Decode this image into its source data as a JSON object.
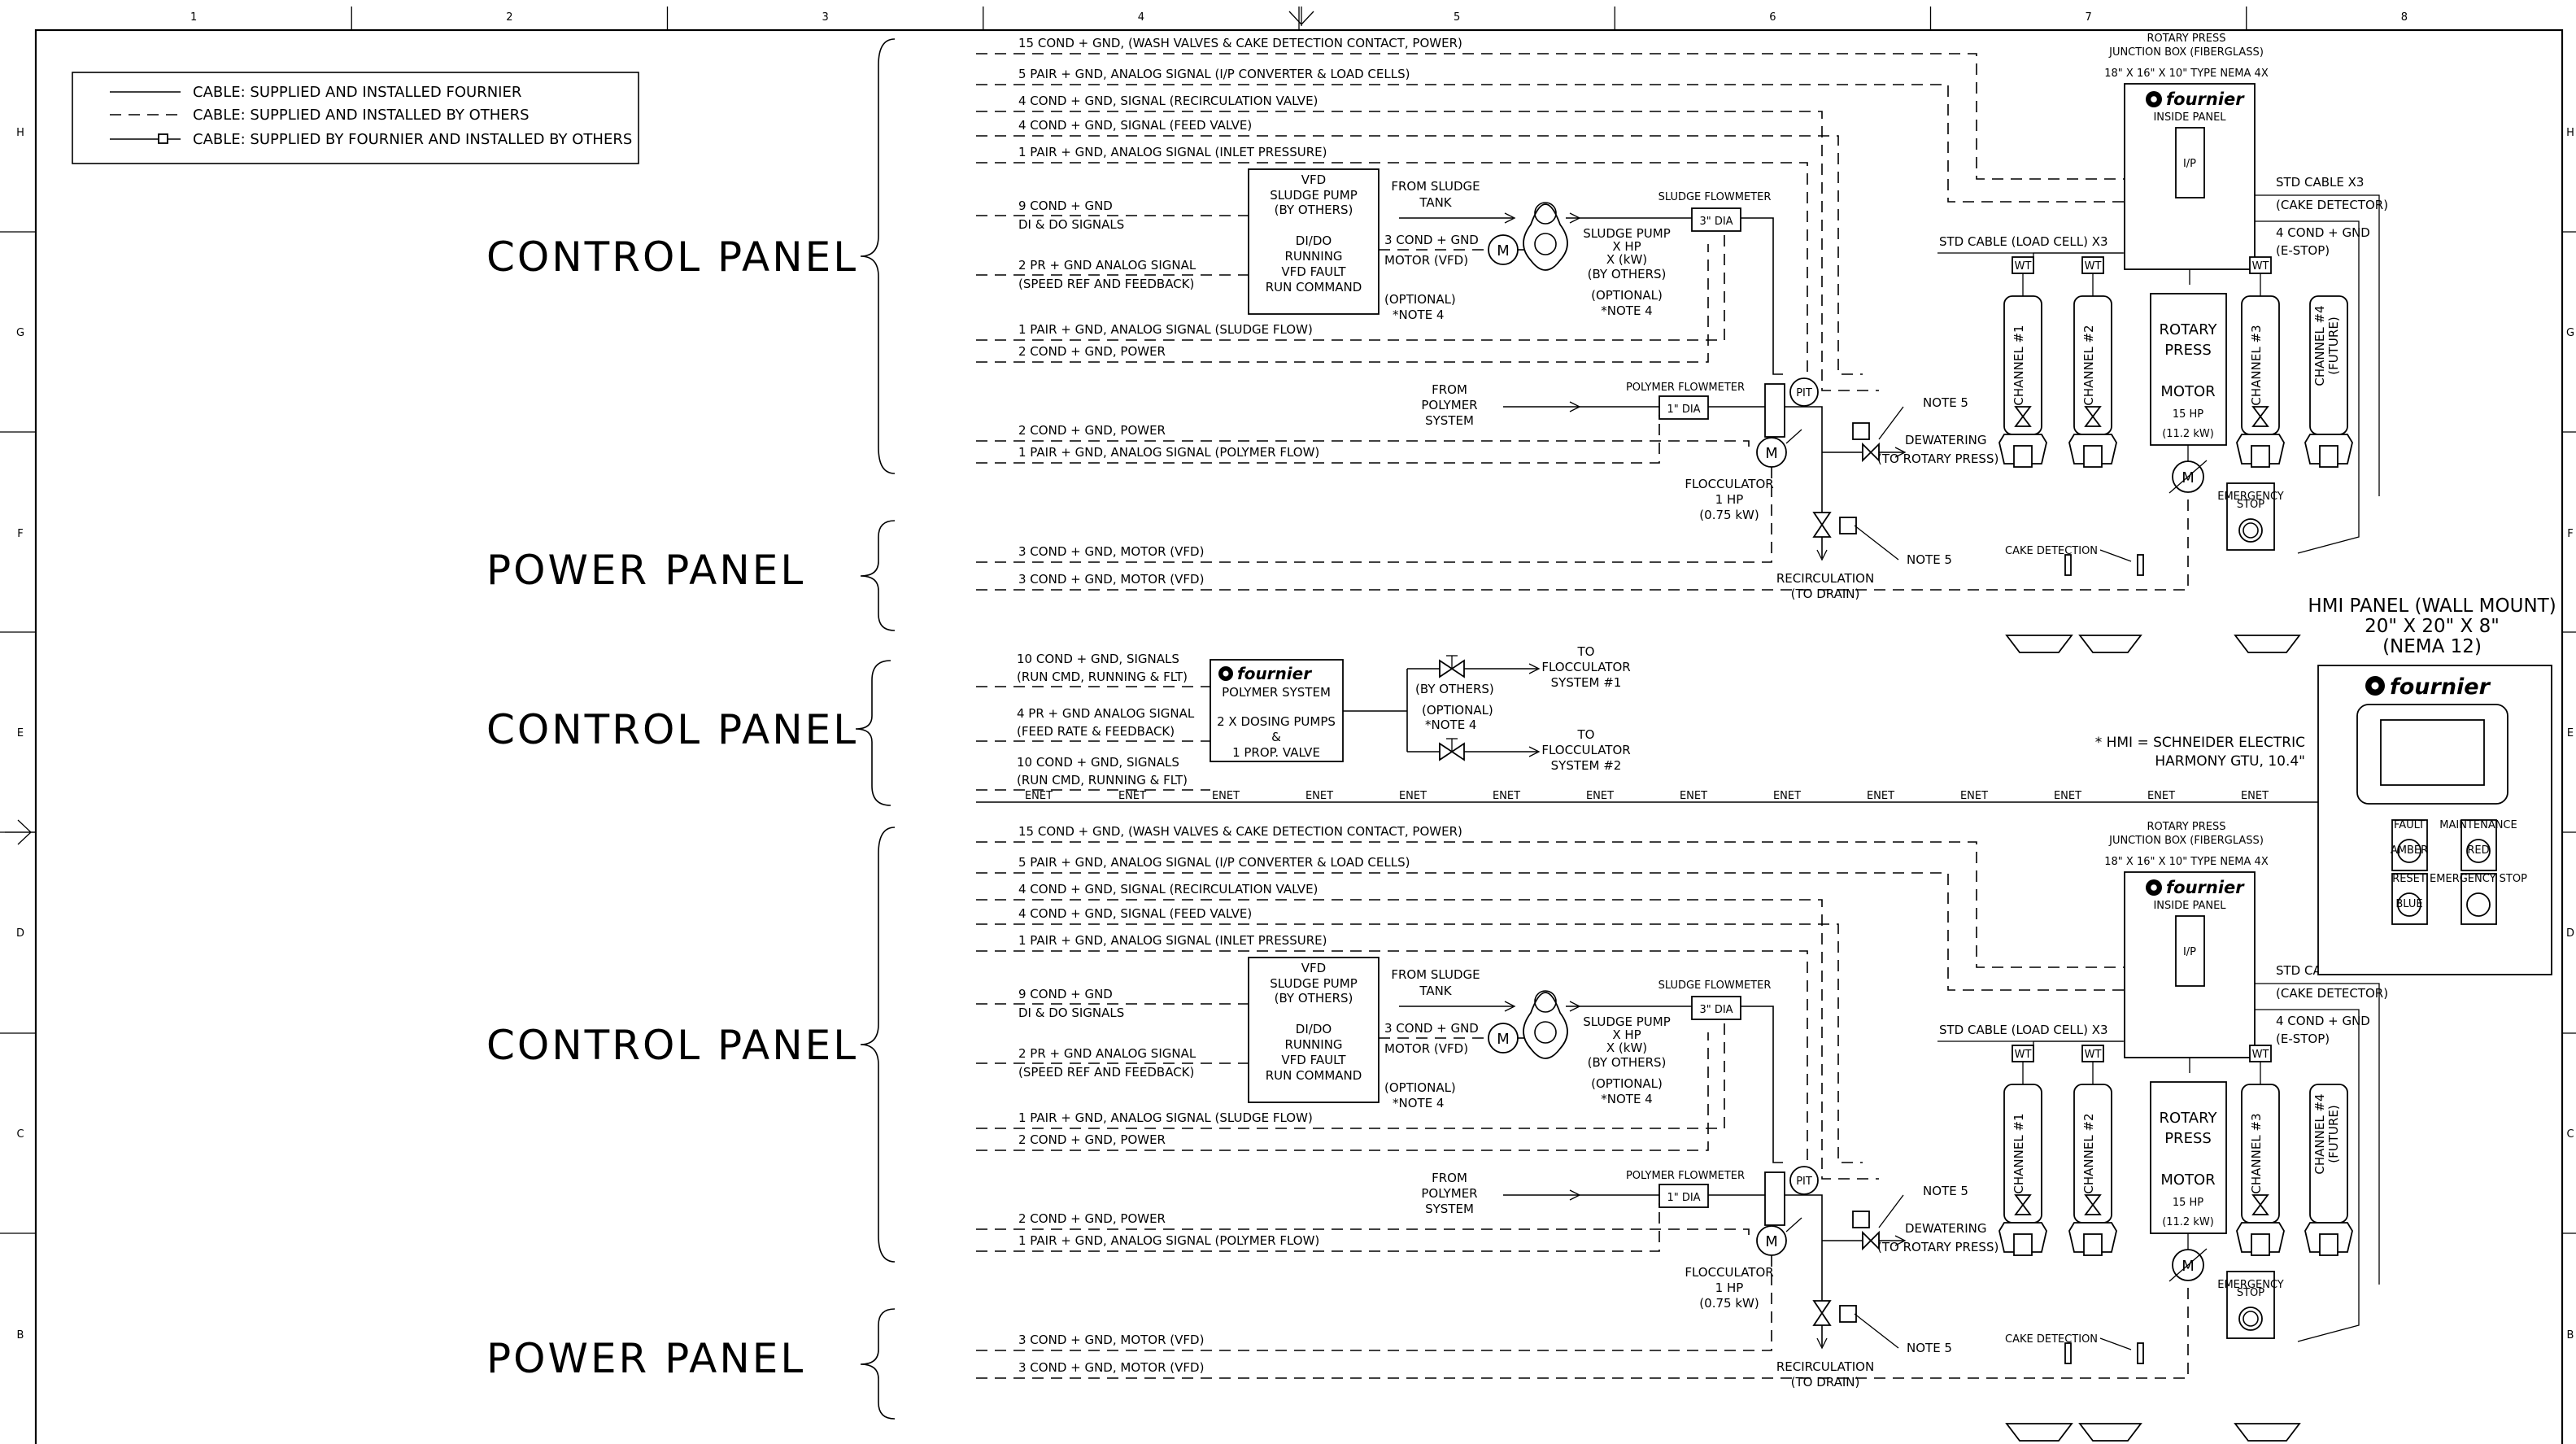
{
  "grid": {
    "columns": [
      "1",
      "2",
      "3",
      "4",
      "5",
      "6",
      "7",
      "8"
    ],
    "rows": [
      "H",
      "G",
      "F",
      "E",
      "D",
      "C",
      "B"
    ]
  },
  "legend": {
    "items": [
      "CABLE:  SUPPLIED  AND  INSTALLED  FOURNIER",
      "CABLE:  SUPPLIED  AND  INSTALLED  BY  OTHERS",
      "CABLE:  SUPPLIED  BY  FOURNIER  AND  INSTALLED  BY  OTHERS"
    ]
  },
  "panels": {
    "control_panel": "CONTROL PANEL",
    "power_panel": "POWER PANEL"
  },
  "sections": [
    {
      "cables": [
        "15 COND + GND, (WASH VALVES & CAKE DETECTION CONTACT, POWER)",
        "5 PAIR + GND, ANALOG SIGNAL (I/P CONVERTER & LOAD CELLS)",
        "4 COND + GND, SIGNAL (RECIRCULATION VALVE)",
        "4 COND + GND, SIGNAL (FEED VALVE)",
        "1 PAIR + GND, ANALOG SIGNAL (INLET PRESSURE)",
        "9 COND + GND",
        "DI & DO SIGNALS",
        "2 PR + GND ANALOG SIGNAL",
        "(SPEED REF AND FEEDBACK)",
        "1 PAIR + GND, ANALOG SIGNAL (SLUDGE FLOW)",
        "2 COND + GND, POWER",
        "2 COND + GND, POWER",
        "1 PAIR + GND, ANALOG SIGNAL (POLYMER FLOW)"
      ],
      "power_cables": [
        "3 COND + GND, MOTOR (VFD)",
        "3 COND + GND, MOTOR (VFD)"
      ]
    },
    {
      "cables": [
        "15 COND + GND, (WASH VALVES & CAKE DETECTION CONTACT, POWER)",
        "5 PAIR + GND, ANALOG SIGNAL (I/P CONVERTER & LOAD CELLS)",
        "4 COND + GND, SIGNAL (RECIRCULATION VALVE)",
        "4 COND + GND, SIGNAL (FEED VALVE)",
        "1 PAIR + GND, ANALOG SIGNAL (INLET PRESSURE)",
        "9 COND + GND",
        "DI & DO SIGNALS",
        "2 PR + GND ANALOG SIGNAL",
        "(SPEED REF AND FEEDBACK)",
        "1 PAIR + GND, ANALOG SIGNAL (SLUDGE FLOW)",
        "2 COND + GND, POWER",
        "2 COND + GND, POWER",
        "1 PAIR + GND, ANALOG SIGNAL (POLYMER FLOW)"
      ],
      "power_cables": [
        "3 COND + GND, MOTOR (VFD)",
        "3 COND + GND, MOTOR (VFD)"
      ]
    }
  ],
  "equipment": {
    "vfd": [
      "VFD",
      "SLUDGE PUMP",
      "(BY OTHERS)",
      "DI/DO",
      "RUNNING",
      "VFD FAULT",
      "RUN COMMAND"
    ],
    "from_sludge_tank": [
      "FROM SLUDGE",
      "TANK"
    ],
    "motor_cable": [
      "3 COND + GND",
      "MOTOR (VFD)"
    ],
    "motor_letter": "M",
    "optional_note4": [
      "(OPTIONAL)",
      "*NOTE 4"
    ],
    "sludge_pump": [
      "SLUDGE PUMP",
      "X HP",
      "X (kW)",
      "(BY OTHERS)",
      "(OPTIONAL)",
      "*NOTE 4"
    ],
    "sludge_flowmeter": "SLUDGE FLOWMETER",
    "sludge_dia": "3\" DIA",
    "pit": "PIT",
    "from_polymer": [
      "FROM",
      "POLYMER",
      "SYSTEM"
    ],
    "polymer_flowmeter": "POLYMER FLOWMETER",
    "polymer_dia": "1\" DIA",
    "flocculator": [
      "FLOCCULATOR",
      "1 HP",
      "(0.75 kW)"
    ],
    "note5": "NOTE 5",
    "dewatering": [
      "DEWATERING",
      "(TO ROTARY PRESS)"
    ],
    "recirculation": [
      "RECIRCULATION",
      "(TO DRAIN)"
    ],
    "cake_detection": "CAKE DETECTION"
  },
  "press": {
    "junction_box": [
      "ROTARY PRESS",
      "JUNCTION BOX (FIBERGLASS)",
      "18\" X 16\" X 10\" TYPE NEMA 4X"
    ],
    "inside_panel": "INSIDE PANEL",
    "ip": "I/P",
    "std_cable_load": "STD CABLE (LOAD CELL) X3",
    "std_cable_cake": [
      "STD CABLE X3",
      "(CAKE DETECTOR)"
    ],
    "estop_cable": [
      "4 COND + GND",
      "(E-STOP)"
    ],
    "wt": "WT",
    "channels": [
      "CHANNEL #1",
      "CHANNEL #2",
      "CHANNEL #3"
    ],
    "channel4": [
      "CHANNEL #4",
      "(FUTURE)"
    ],
    "motor_box": [
      "ROTARY",
      "PRESS",
      "MOTOR",
      "15 HP",
      "(11.2 kW)"
    ],
    "estop_label": [
      "EMERGENCY",
      "STOP"
    ]
  },
  "brand": "fournier",
  "polymer_system": {
    "inputs": [
      "10 COND + GND, SIGNALS",
      "(RUN CMD, RUNNING & FLT)",
      "4 PR + GND ANALOG SIGNAL",
      "(FEED RATE & FEEDBACK)",
      "10 COND + GND, SIGNALS",
      "(RUN CMD, RUNNING & FLT)"
    ],
    "box": [
      "POLYMER SYSTEM",
      "2 X DOSING PUMPS",
      "&",
      "1 PROP. VALVE"
    ],
    "by_others": "(BY OTHERS)",
    "optional": [
      "(OPTIONAL)",
      "*NOTE 4"
    ],
    "to1": [
      "TO",
      "FLOCCULATOR",
      "SYSTEM #1"
    ],
    "to2": [
      "TO",
      "FLOCCULATOR",
      "SYSTEM #2"
    ]
  },
  "enet": "ENET",
  "hmi": {
    "title": [
      "HMI PANEL (WALL MOUNT)",
      "20\" X 20\" X 8\"",
      "(NEMA 12)"
    ],
    "note": [
      "* HMI = SCHNEIDER ELECTRIC",
      "HARMONY GTU, 10.4\""
    ],
    "buttons": [
      {
        "top": "FAULT",
        "in": "AMBER"
      },
      {
        "top": "MAINTENANCE",
        "in": "RED"
      },
      {
        "top": "RESET",
        "in": "BLUE"
      },
      {
        "top": "EMERGENCY STOP",
        "in": ""
      }
    ]
  },
  "colors": {
    "ink": "#000000",
    "paper": "#ffffff"
  }
}
